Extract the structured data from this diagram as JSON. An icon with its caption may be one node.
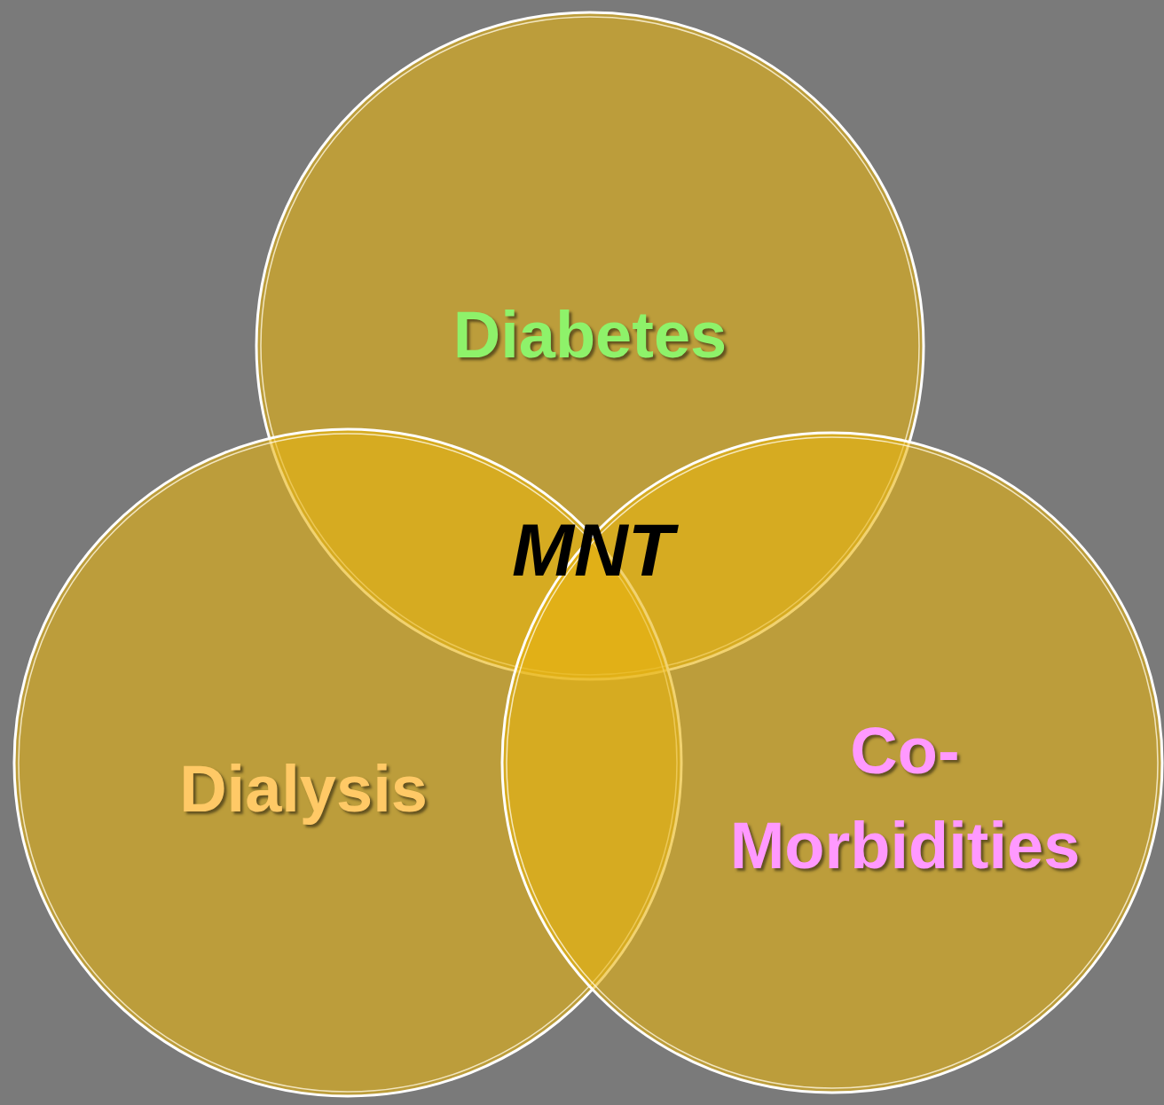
{
  "diagram": {
    "nodes": [
      {
        "text": [
          "Diabetes"
        ]
      },
      {
        "text": [
          "Dialysis"
        ]
      },
      {
        "text": [
          "Co- Morbidities"
        ]
      }
    ],
    "labels": [
      "MNT"
    ]
  }
}
